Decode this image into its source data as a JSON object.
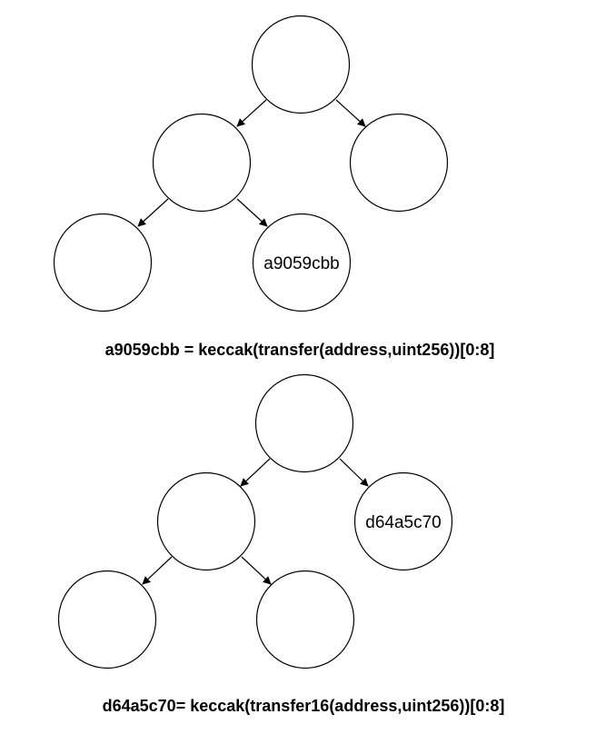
{
  "diagrams": [
    {
      "nodes": [
        {
          "id": "root",
          "label": ""
        },
        {
          "id": "left",
          "label": ""
        },
        {
          "id": "right",
          "label": ""
        },
        {
          "id": "left-left",
          "label": ""
        },
        {
          "id": "left-right",
          "label": "a9059cbb"
        }
      ],
      "edges": [
        {
          "from": "root",
          "to": "left"
        },
        {
          "from": "root",
          "to": "right"
        },
        {
          "from": "left",
          "to": "left-left"
        },
        {
          "from": "left",
          "to": "left-right"
        }
      ],
      "caption": "a9059cbb = keccak(transfer(address,uint256))[0:8]"
    },
    {
      "nodes": [
        {
          "id": "root",
          "label": ""
        },
        {
          "id": "left",
          "label": ""
        },
        {
          "id": "right",
          "label": "d64a5c70"
        },
        {
          "id": "left-left",
          "label": ""
        },
        {
          "id": "left-right",
          "label": ""
        }
      ],
      "edges": [
        {
          "from": "root",
          "to": "left"
        },
        {
          "from": "root",
          "to": "right"
        },
        {
          "from": "left",
          "to": "left-left"
        },
        {
          "from": "left",
          "to": "left-right"
        }
      ],
      "caption": "d64a5c70= keccak(transfer16(address,uint256))[0:8]"
    }
  ]
}
